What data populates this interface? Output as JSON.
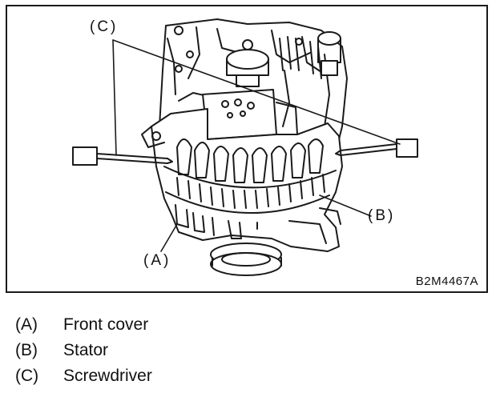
{
  "figure": {
    "callouts": {
      "c": "(C)",
      "b": "(B)",
      "a": "(A)"
    },
    "figure_id": "B2M4467A"
  },
  "legend": {
    "items": [
      {
        "key": "(A)",
        "label": "Front cover"
      },
      {
        "key": "(B)",
        "label": "Stator"
      },
      {
        "key": "(C)",
        "label": "Screwdriver"
      }
    ]
  },
  "colors": {
    "line": "#1a1a1a",
    "background": "#ffffff"
  }
}
